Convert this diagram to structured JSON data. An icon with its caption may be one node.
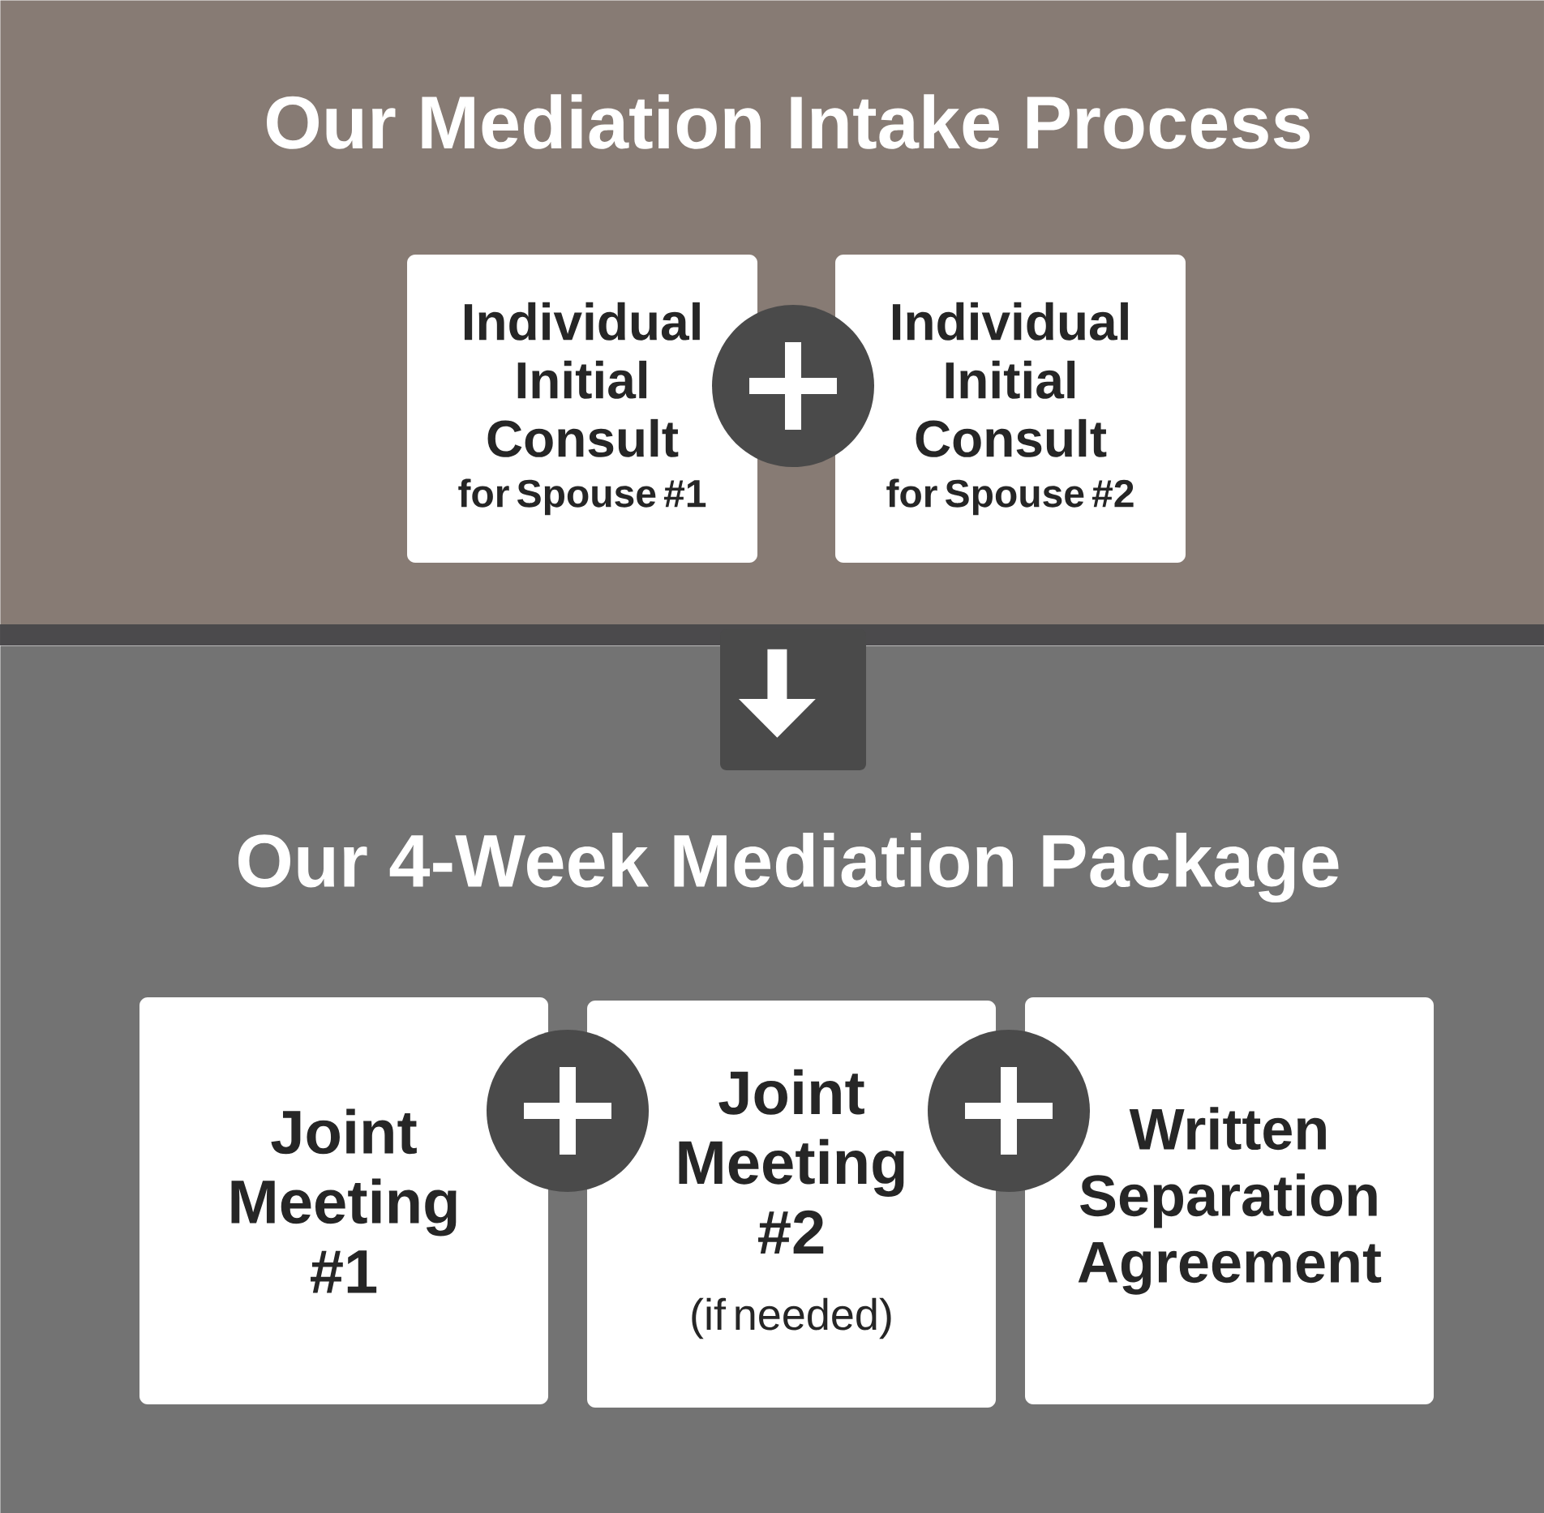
{
  "diagram": {
    "nodes": [
      {
        "text": [
          "Our Mediation Intake Process"
        ]
      },
      {
        "text": [
          "Individual Initial Consult",
          "for Spouse #1"
        ],
        "in": 0
      },
      {
        "text": [
          "Individual Initial Consult",
          "for Spouse #2"
        ],
        "in": 0
      },
      {
        "text": [
          "Our 4-Week Mediation Package"
        ]
      },
      {
        "text": [
          "Joint Meeting #1"
        ],
        "in": 3
      },
      {
        "text": [
          "Joint Meeting #2",
          "(if needed)"
        ],
        "in": 3
      },
      {
        "text": [
          "Written Separation Agreement"
        ],
        "in": 3
      }
    ],
    "edges": [
      {
        "from": 0,
        "to": 3,
        "arrow": "to"
      }
    ]
  }
}
